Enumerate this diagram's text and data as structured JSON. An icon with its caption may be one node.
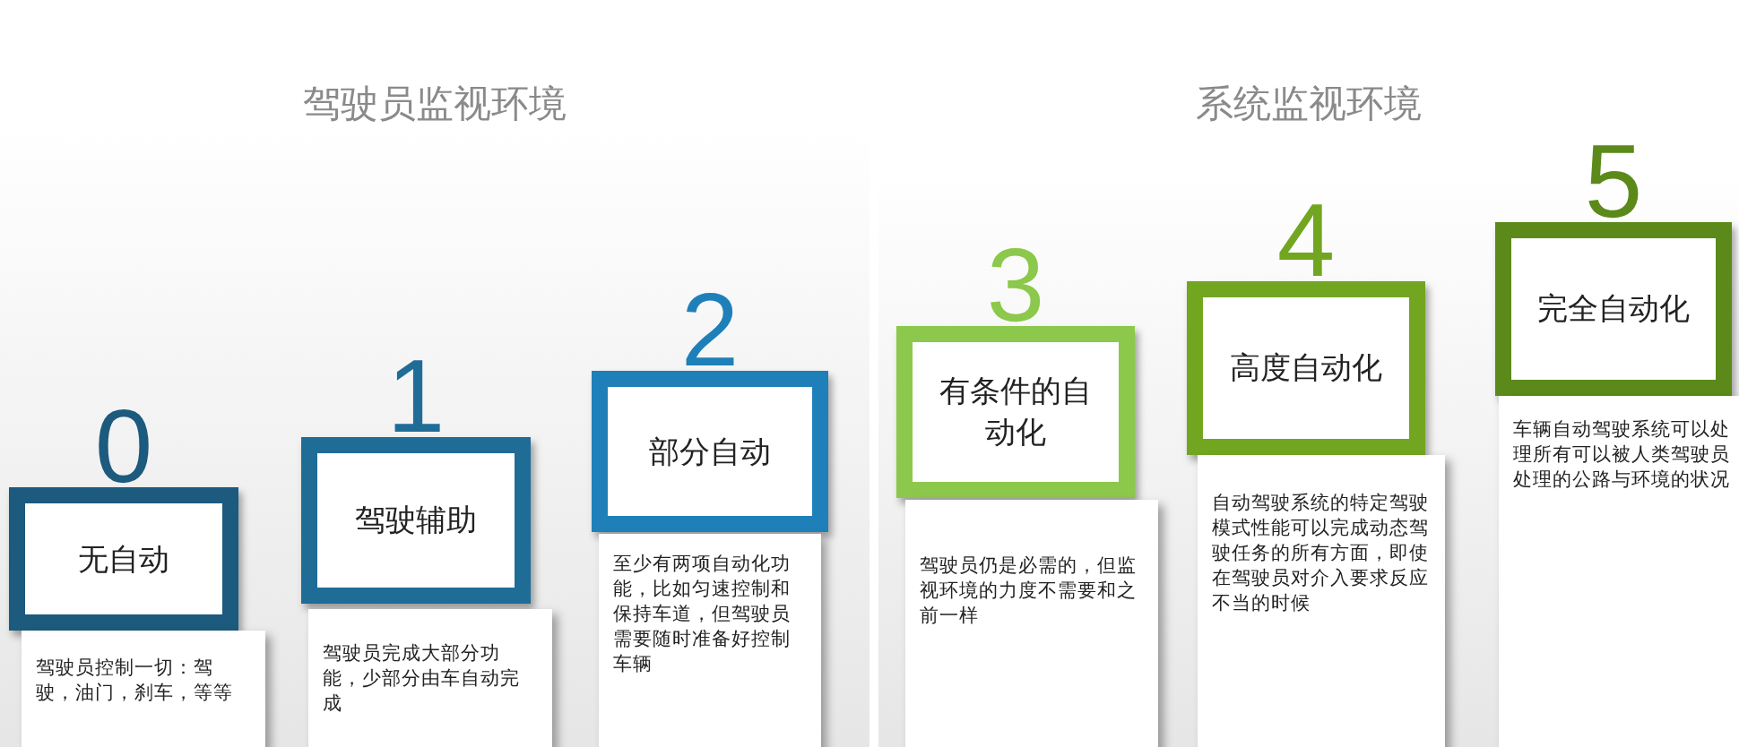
{
  "diagram": {
    "nodes": [
      {
        "text": [
          "驾驶员监视环境"
        ]
      },
      {
        "text": [
          "0",
          "无自动"
        ],
        "in": 0
      },
      {
        "text": [
          "驾驶员控制一切：驾驶，油门，刹车，等等"
        ],
        "in": 0
      },
      {
        "text": [
          "1",
          "驾驶辅助"
        ],
        "in": 0
      },
      {
        "text": [
          "驾驶员完成大部分功能，少部分由车自动完成"
        ],
        "in": 0
      },
      {
        "text": [
          "2",
          "部分自动"
        ],
        "in": 0
      },
      {
        "text": [
          "至少有两项自动化功能，比如匀速控制和保持车道，但驾驶员需要随时准备好控制车辆"
        ],
        "in": 0
      },
      {
        "text": [
          "系统监视环境"
        ]
      },
      {
        "text": [
          "3",
          "有条件的自动化"
        ],
        "in": 7
      },
      {
        "text": [
          "驾驶员仍是必需的，但监视环境的力度不需要和之前一样"
        ],
        "in": 7
      },
      {
        "text": [
          "4",
          "高度自动化"
        ],
        "in": 7
      },
      {
        "text": [
          "自动驾驶系统的特定驾驶模式性能可以完成动态驾驶任务的所有方面，即使在驾驶员对介入要求反应不当的时候"
        ],
        "in": 7
      },
      {
        "text": [
          "5",
          "完全自动化"
        ],
        "in": 7
      },
      {
        "text": [
          "车辆自动驾驶系统可以处理所有可以被人类驾驶员处理的公路与环境的状况"
        ],
        "in": 7
      }
    ]
  }
}
